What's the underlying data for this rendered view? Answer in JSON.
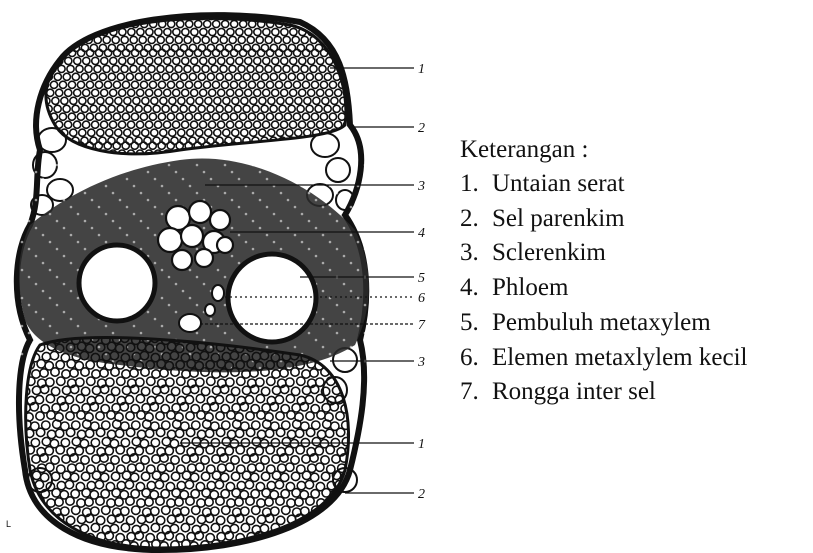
{
  "colors": {
    "ink": "#111111",
    "paper": "#ffffff"
  },
  "figure": {
    "labels": [
      "1",
      "2",
      "3",
      "4",
      "5",
      "6",
      "7",
      "3",
      "1",
      "2"
    ],
    "corner_mark": "L"
  },
  "legend": {
    "title": "Keterangan :",
    "items": [
      {
        "num": "1.",
        "text": "Untaian serat"
      },
      {
        "num": "2.",
        "text": "Sel parenkim"
      },
      {
        "num": "3.",
        "text": "Sclerenkim"
      },
      {
        "num": "4.",
        "text": "Phloem"
      },
      {
        "num": "5.",
        "text": "Pembuluh metaxylem"
      },
      {
        "num": "6.",
        "text": "Elemen metaxlylem kecil"
      },
      {
        "num": "7.",
        "text": "Rongga inter sel"
      }
    ]
  }
}
